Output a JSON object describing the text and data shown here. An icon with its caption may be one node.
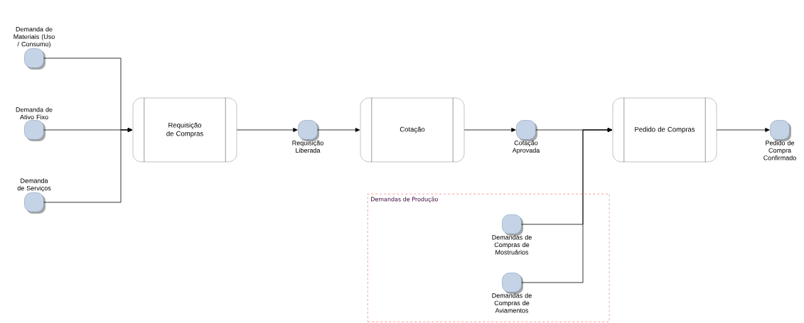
{
  "diagram": {
    "nodes": [
      {
        "text": [
          "Demanda de Materiais (Uso / Consumo)"
        ]
      },
      {
        "text": [
          "Demanda de Ativo Fixo"
        ]
      },
      {
        "text": [
          "Demanda de Serviços"
        ]
      },
      {
        "text": [
          "Requisição de Compras"
        ]
      },
      {
        "text": [
          "Requisição Liberada"
        ]
      },
      {
        "text": [
          "Cotação"
        ]
      },
      {
        "text": [
          "Cotação Aprovada"
        ]
      },
      {
        "text": [
          "Pedido de Compras"
        ]
      },
      {
        "text": [
          "Pedido de Compra Confirmado"
        ]
      },
      {
        "text": [
          "Demandas de Produção"
        ]
      },
      {
        "text": [
          "Demandas de Compras de Mostruários"
        ],
        "in": 9
      },
      {
        "text": [
          "Demandas de Compras de Aviamentos"
        ],
        "in": 9
      }
    ],
    "edges": [
      {
        "from": 0,
        "to": 3,
        "arrow": "to"
      },
      {
        "from": 1,
        "to": 3,
        "arrow": "to"
      },
      {
        "from": 2,
        "to": 3,
        "arrow": "to"
      },
      {
        "from": 3,
        "to": 4,
        "arrow": "to"
      },
      {
        "from": 4,
        "to": 5,
        "arrow": "to"
      },
      {
        "from": 5,
        "to": 6,
        "arrow": "to"
      },
      {
        "from": 6,
        "to": 7,
        "arrow": "to"
      },
      {
        "from": 10,
        "to": 7,
        "arrow": "to"
      },
      {
        "from": 11,
        "to": 7,
        "arrow": "to"
      },
      {
        "from": 7,
        "to": 8,
        "arrow": "to"
      }
    ]
  }
}
